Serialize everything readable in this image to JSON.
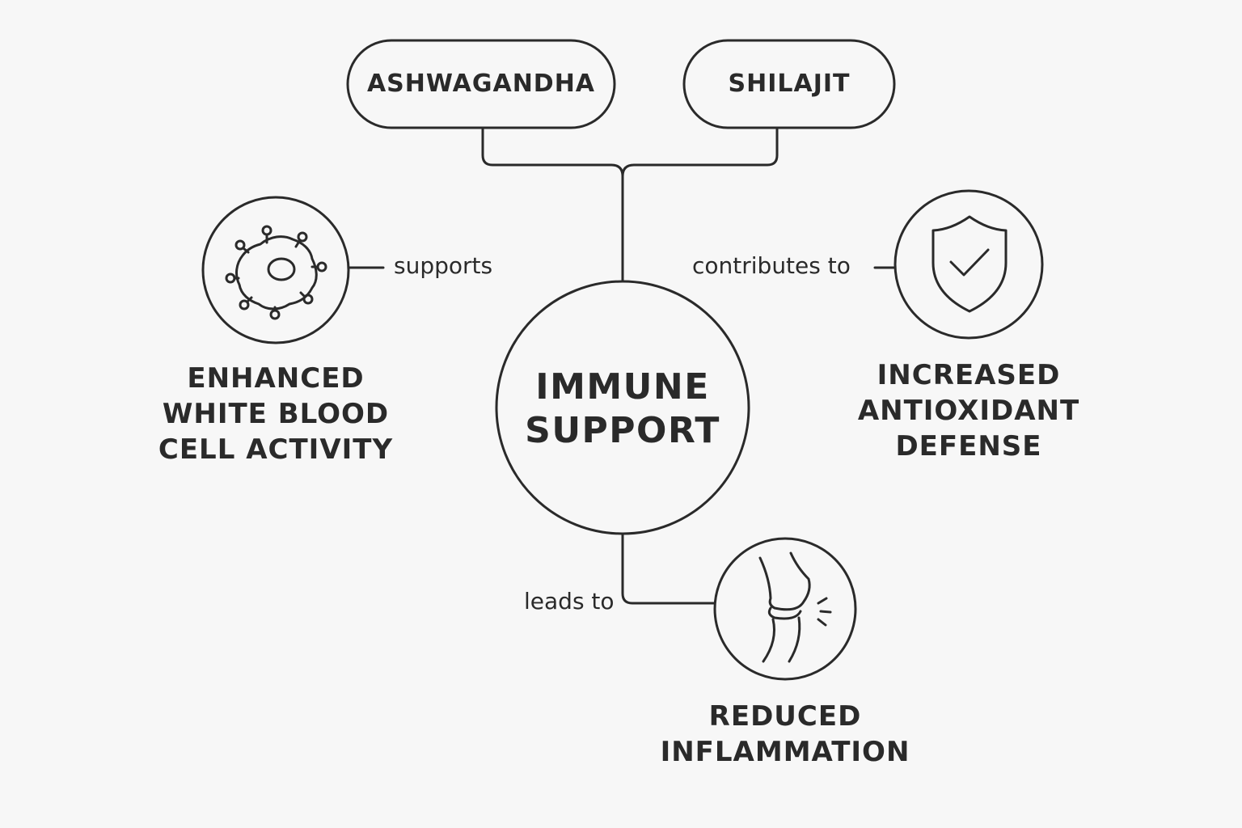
{
  "diagram": {
    "sources": [
      {
        "label": "ASHWAGANDHA"
      },
      {
        "label": "SHILAJIT"
      }
    ],
    "center": {
      "label": "IMMUNE\nSUPPORT"
    },
    "outcomes": [
      {
        "label": "ENHANCED\nWHITE BLOOD\nCELL ACTIVITY",
        "edge_label": "supports",
        "icon": "white-blood-cell-icon"
      },
      {
        "label": "INCREASED\nANTIOXIDANT\nDEFENSE",
        "edge_label": "contributes to",
        "icon": "shield-check-icon"
      },
      {
        "label": "REDUCED\nINFLAMMATION",
        "edge_label": "leads to",
        "icon": "knee-joint-icon"
      }
    ],
    "colors": {
      "background": "#f7f7f7",
      "stroke": "#2a2a2a"
    }
  }
}
